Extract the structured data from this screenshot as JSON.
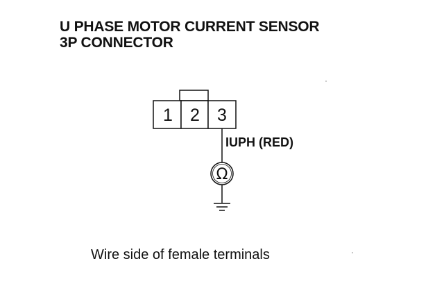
{
  "title": {
    "line1": "U PHASE MOTOR CURRENT SENSOR",
    "line2": "3P CONNECTOR"
  },
  "connector": {
    "pins": [
      "1",
      "2",
      "3"
    ]
  },
  "wire": {
    "label": "IUPH (RED)"
  },
  "meter": {
    "symbol": "Ω",
    "icon": "ohmmeter-icon"
  },
  "ground": {
    "icon": "ground-icon"
  },
  "caption": "Wire side of female terminals"
}
